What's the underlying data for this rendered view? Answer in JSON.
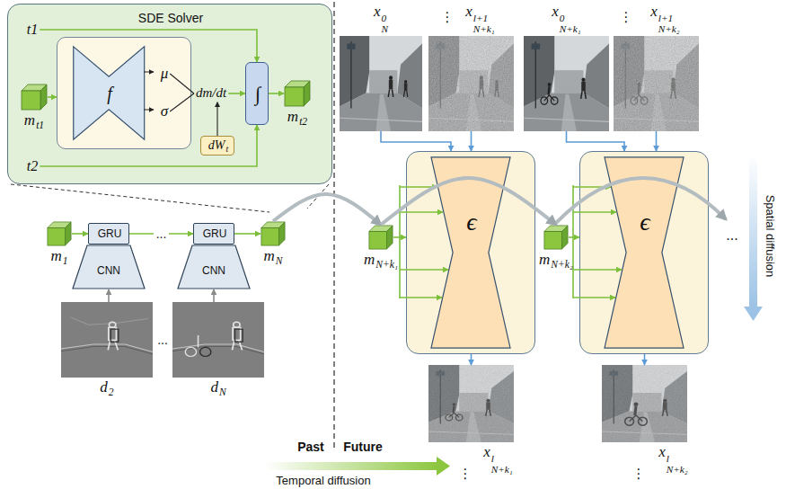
{
  "diagram": {
    "nodes": [
      {
        "text": [
          "SDE Solver"
        ]
      },
      {
        "text": [
          "t1"
        ],
        "in": 0
      },
      {
        "text": [
          "mt1"
        ],
        "in": 0
      },
      {
        "text": [
          "f"
        ],
        "in": 0
      },
      {
        "text": [
          "μ"
        ],
        "in": 3
      },
      {
        "text": [
          "σ"
        ],
        "in": 3
      },
      {
        "text": [
          "dm/dt"
        ],
        "in": 0
      },
      {
        "text": [
          "dWt"
        ],
        "in": 0
      },
      {
        "text": [
          "∫"
        ],
        "in": 0
      },
      {
        "text": [
          "mt2"
        ],
        "in": 0
      },
      {
        "text": [
          "t2"
        ],
        "in": 0
      },
      {
        "text": [
          "m1"
        ]
      },
      {
        "text": [
          "GRU"
        ]
      },
      {
        "text": [
          "CNN"
        ]
      },
      {
        "text": [
          "d2"
        ]
      },
      {
        "text": [
          "GRU"
        ]
      },
      {
        "text": [
          "CNN"
        ]
      },
      {
        "text": [
          "dN"
        ]
      },
      {
        "text": [
          "mN"
        ]
      },
      {
        "text": [
          "xN0"
        ]
      },
      {
        "text": [
          "xN+k₁l+1"
        ]
      },
      {
        "text": [
          "mN+k₁"
        ]
      },
      {
        "text": [
          "ϵ"
        ]
      },
      {
        "text": [
          "xN+k₁l"
        ]
      },
      {
        "text": [
          "xN+k₁0"
        ]
      },
      {
        "text": [
          "xN+k₂l+1"
        ]
      },
      {
        "text": [
          "mN+k₂"
        ]
      },
      {
        "text": [
          "ϵ"
        ]
      },
      {
        "text": [
          "xN+k₂l"
        ]
      }
    ],
    "edges": [
      {
        "from": 2,
        "to": 3,
        "arrow": "to"
      },
      {
        "from": 4,
        "to": 6,
        "arrow": "none"
      },
      {
        "from": 5,
        "to": 6,
        "arrow": "none"
      },
      {
        "from": 7,
        "to": 6,
        "arrow": "to"
      },
      {
        "from": 6,
        "to": 8,
        "arrow": "to"
      },
      {
        "from": 1,
        "to": 8,
        "arrow": "to"
      },
      {
        "from": 10,
        "to": 8,
        "arrow": "to"
      },
      {
        "from": 8,
        "to": 9,
        "arrow": "to"
      },
      {
        "from": 11,
        "to": 12,
        "arrow": "to"
      },
      {
        "from": 12,
        "to": 15,
        "arrow": "to",
        "label": "..."
      },
      {
        "from": 15,
        "to": 18,
        "arrow": "to"
      },
      {
        "from": 14,
        "to": 13,
        "arrow": "to"
      },
      {
        "from": 17,
        "to": 16,
        "arrow": "to"
      },
      {
        "from": 18,
        "to": 21,
        "arrow": "to"
      },
      {
        "from": 19,
        "to": 22,
        "arrow": "to"
      },
      {
        "from": 20,
        "to": 22,
        "arrow": "to"
      },
      {
        "from": 21,
        "to": 22,
        "arrow": "to"
      },
      {
        "from": 22,
        "to": 23,
        "arrow": "to"
      },
      {
        "from": 21,
        "to": 26,
        "arrow": "to"
      },
      {
        "from": 24,
        "to": 27,
        "arrow": "to"
      },
      {
        "from": 25,
        "to": 27,
        "arrow": "to"
      },
      {
        "from": 26,
        "to": 27,
        "arrow": "to"
      },
      {
        "from": 27,
        "to": 28,
        "arrow": "to"
      }
    ],
    "labels": [
      "...",
      "Past",
      "Future",
      "⋮",
      "⋮",
      "...",
      "⋮",
      "⋮",
      "Spatial diffusion",
      "Temporal diffusion"
    ]
  }
}
